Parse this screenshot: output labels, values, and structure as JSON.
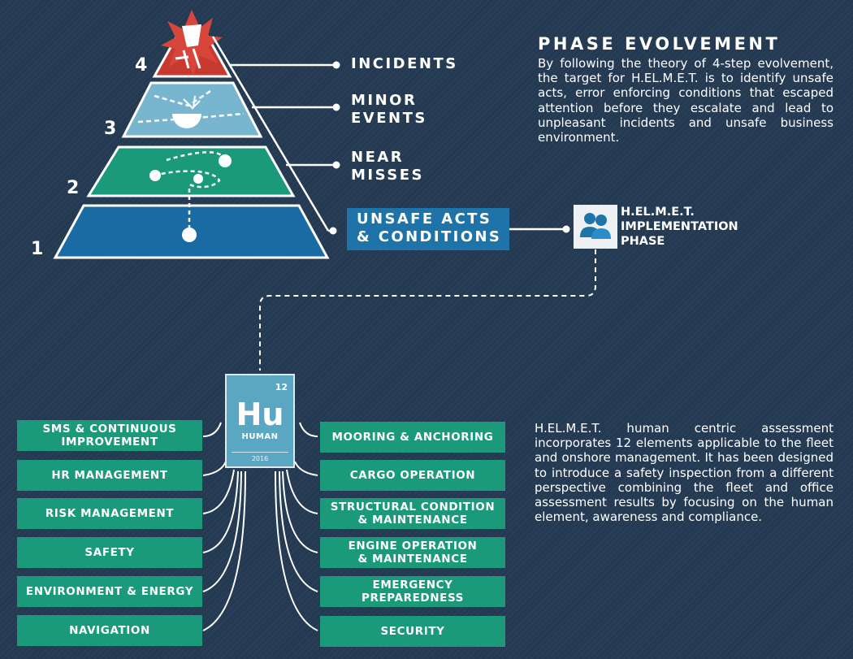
{
  "pyramid": {
    "levels": [
      {
        "number": "1",
        "label": "UNSAFE ACTS\n& CONDITIONS"
      },
      {
        "number": "2",
        "label": "NEAR\nMISSES"
      },
      {
        "number": "3",
        "label": "MINOR\nEVENTS"
      },
      {
        "number": "4",
        "label": "INCIDENTS"
      }
    ],
    "colors": {
      "level1": "#1a6aa3",
      "level2": "#1a9a7a",
      "level3": "#78b6d0",
      "level4": "#c83a30"
    }
  },
  "phase": {
    "title": "PHASE EVOLVEMENT",
    "text": "By following the theory of 4-step evolvement, the target for H.EL.M.E.T. is to identify unsafe acts, error enforcing conditions that escaped attention before they escalate and lead to unpleasant incidents and unsafe business environment."
  },
  "implementation": {
    "label": "H.EL.M.E.T.\nIMPLEMENTATION\nPHASE",
    "icon": "people-icon"
  },
  "element_tile": {
    "atomic_number": "12",
    "symbol": "Hu",
    "name": "HUMAN",
    "year": "2016",
    "color": "#5aa7c4"
  },
  "elements_left": [
    "SMS & CONTINUOUS\nIMPROVEMENT",
    "HR MANAGEMENT",
    "RISK MANAGEMENT",
    "SAFETY",
    "ENVIRONMENT & ENERGY",
    "NAVIGATION"
  ],
  "elements_right": [
    "MOORING & ANCHORING",
    "CARGO OPERATION",
    "STRUCTURAL CONDITION\n& MAINTENANCE",
    "ENGINE OPERATION\n& MAINTENANCE",
    "EMERGENCY\nPREPAREDNESS",
    "SECURITY"
  ],
  "assessment": {
    "text": "H.EL.M.E.T. human centric assessment incorporates 12 elements applicable to the fleet and onshore management. It has been designed to introduce a safety inspection from a different perspective combining the fleet and office assessment results by focusing on the human element, awareness and compliance."
  },
  "colors": {
    "background": "#243a52",
    "element_green": "#1a9a7a",
    "accent_blue": "#1e73a8"
  }
}
